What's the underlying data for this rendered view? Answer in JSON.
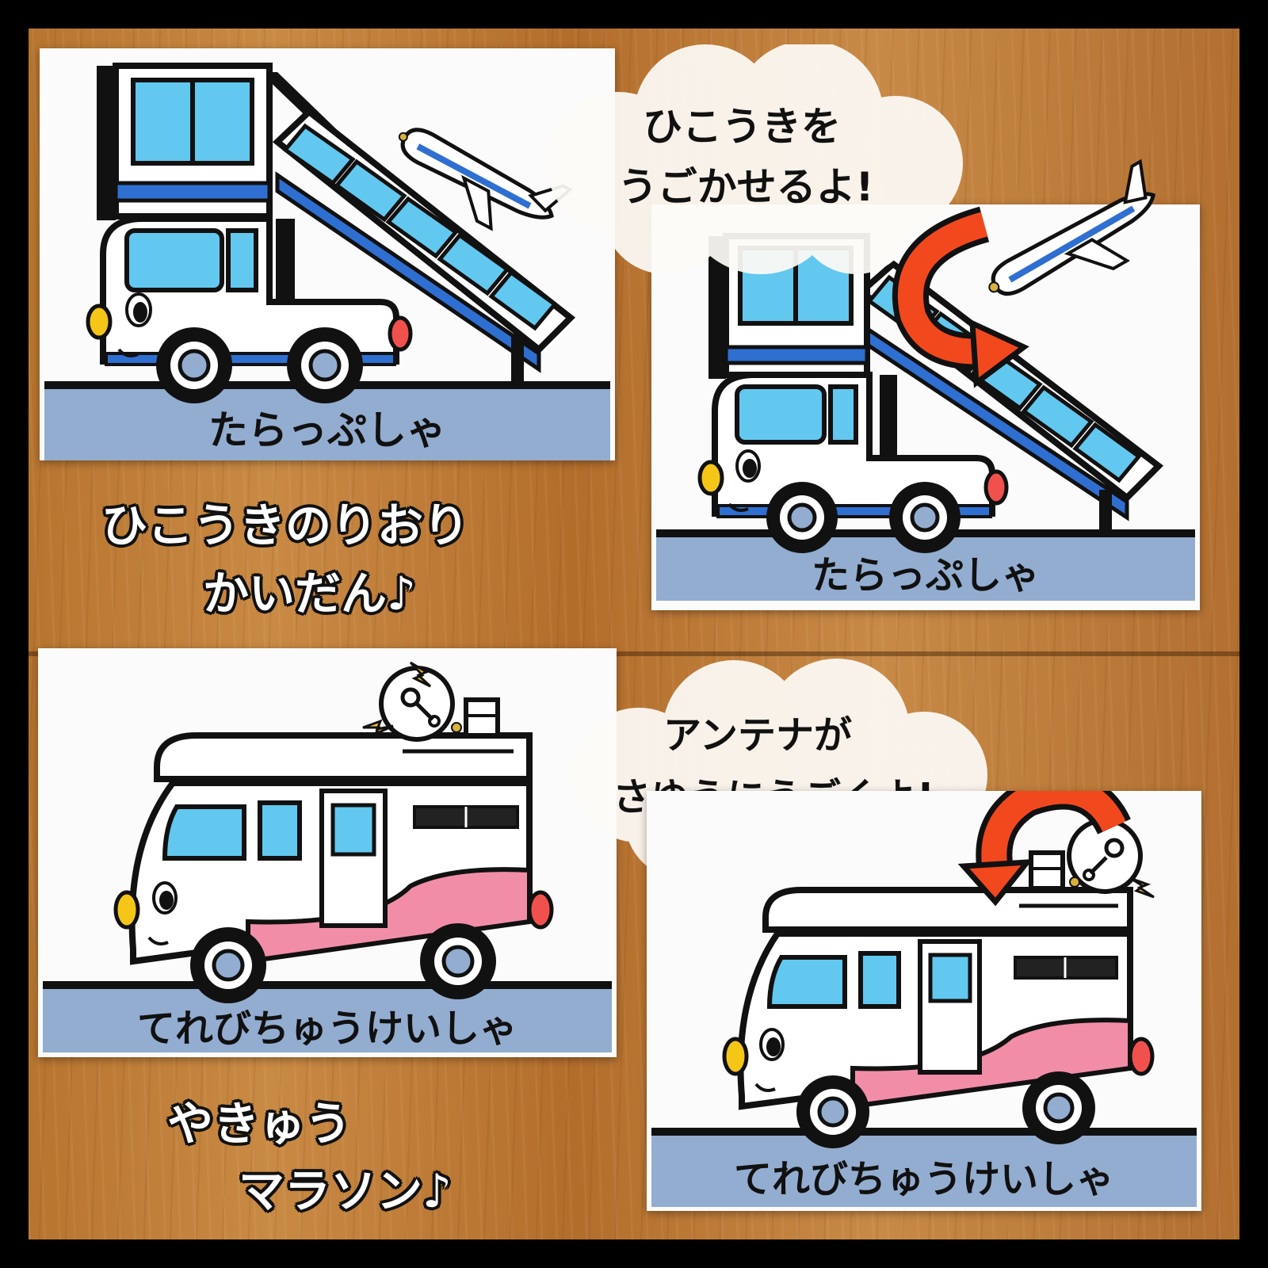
{
  "cards": {
    "top_left": {
      "label": "たらっぷしゃ"
    },
    "top_right": {
      "label": "たらっぷしゃ"
    },
    "bottom_left": {
      "label": "てれびちゅうけいしゃ"
    },
    "bottom_right": {
      "label": "てれびちゅうけいしゃ"
    }
  },
  "captions": {
    "stairs_line1": "ひこうきのりおり",
    "stairs_line2": "かいだん♪",
    "tv_line1": "やきゅう",
    "tv_line2": "マラソン♪"
  },
  "clouds": {
    "plane_line1": "ひこうきを",
    "plane_line2": "うごかせるよ!",
    "antenna_line1": "アンテナが",
    "antenna_line2": "さゆうにうごくよ!"
  },
  "colors": {
    "frame": "#000000",
    "wood": "#bf7e3a",
    "window": "#62c8ef",
    "stripe_blue": "#2f6fd1",
    "road": "#93add0",
    "van_pink": "#f28da8",
    "arrow": "#f2481e",
    "cheek": "#f5c518",
    "tail_light": "#f0514d"
  },
  "icons": [
    "airplane-icon",
    "antenna-dish-icon",
    "rotate-arrow-icon",
    "music-note-icon"
  ]
}
